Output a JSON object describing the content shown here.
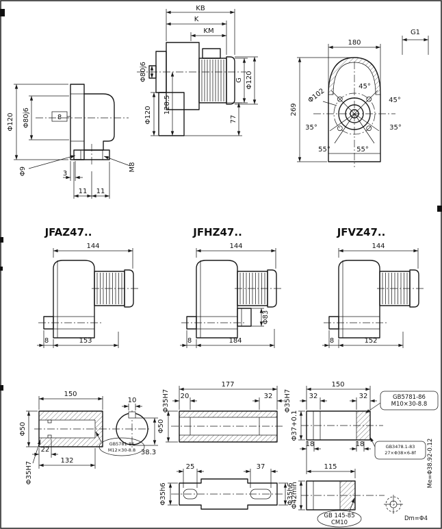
{
  "page": {
    "background": "#ffffff",
    "ink": "#1a1a1a"
  },
  "views": {
    "side": {
      "dia120": "Φ120",
      "dia80": "Φ80j6",
      "plate8": "8",
      "dia9": "Φ9",
      "gap3": "3",
      "k11a": "11",
      "k11b": "11",
      "m8": "M8"
    },
    "front": {
      "kb": "KB",
      "k": "K",
      "km": "KM",
      "dia80": "Φ80j6",
      "dia120_left": "Φ120",
      "g": "G",
      "dia120_right": "Φ120",
      "h1285": "128.5",
      "h77": "77"
    },
    "rear": {
      "g1": "G1",
      "w180": "180",
      "h269": "269",
      "dia102": "Φ102",
      "a45_top": "45°",
      "a45_right": "45°",
      "a35_left": "35°",
      "a35_right": "35°",
      "a55_left": "55°",
      "a55_right": "55°"
    },
    "jfaz": {
      "title": "JFAZ47..",
      "w144": "144",
      "off8": "8",
      "len153": "153"
    },
    "jfhz": {
      "title": "JFHZ47..",
      "w144": "144",
      "dia83": "Φ83",
      "off8": "8",
      "len184": "184"
    },
    "jfvz": {
      "title": "JFVZ47..",
      "w144": "144",
      "off8": "8",
      "len152": "152"
    },
    "shaft_keyed": {
      "len150": "150",
      "dia50": "Φ50",
      "len22": "22",
      "len132": "132",
      "bore": "Φ35H7",
      "key10": "10",
      "key383": "38.3",
      "callout_std": "GB5781-86",
      "callout_bolt": "M12×30-8.8"
    },
    "shaft_through": {
      "len177": "177",
      "len20": "20",
      "len32": "32",
      "bore_left": "Φ35H7",
      "bore_right": "Φ35H7",
      "dia50": "Φ50",
      "len25": "25",
      "len37": "37",
      "end_left": "Φ35h6",
      "end_right": "Φ35h6"
    },
    "shaft_spline": {
      "len150": "150",
      "len32a": "32",
      "len32b": "32",
      "dia37": "Φ37+0.1",
      "len18a": "18",
      "len18b": "18",
      "callout1_std": "GB5781-86",
      "callout1_bolt": "M10×30-8.8",
      "callout2_std": "GB3478.1-83",
      "callout2_spec": "27×Φ38×6-8f",
      "len115": "115",
      "dia42": "Φ42min",
      "center_std": "GB 145-85",
      "center_type": "CM10",
      "me": "Me=Φ38.92-0.12",
      "dm": "Dm=Φ4"
    }
  }
}
